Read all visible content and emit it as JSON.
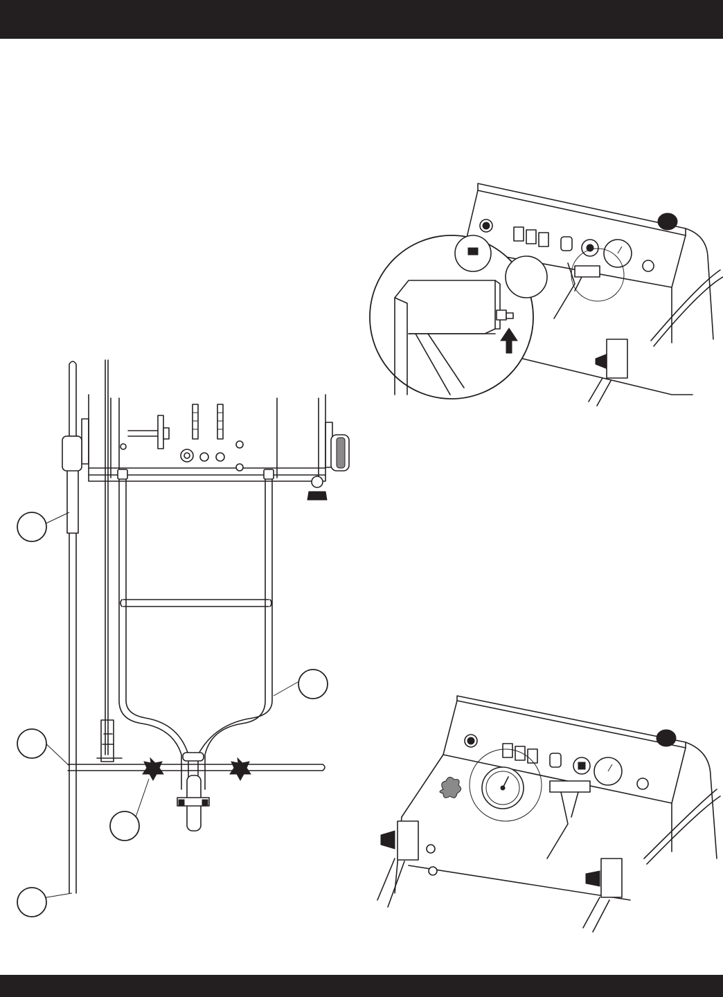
{
  "page": {
    "header_band_color": "#231f20",
    "footer_band_color": "#231f20",
    "background": "#ffffff"
  },
  "figures": {
    "cart_assembly": {
      "callouts": [
        {
          "id": "callout-1",
          "label": ""
        },
        {
          "id": "callout-2",
          "label": ""
        },
        {
          "id": "callout-3",
          "label": ""
        },
        {
          "id": "callout-4",
          "label": ""
        },
        {
          "id": "callout-5",
          "label": ""
        }
      ]
    },
    "control_panel_detail": {
      "indicator": "arrow-up-icon"
    },
    "control_panel_gauge": {
      "highlight": "pressure-gauge-icon"
    }
  }
}
